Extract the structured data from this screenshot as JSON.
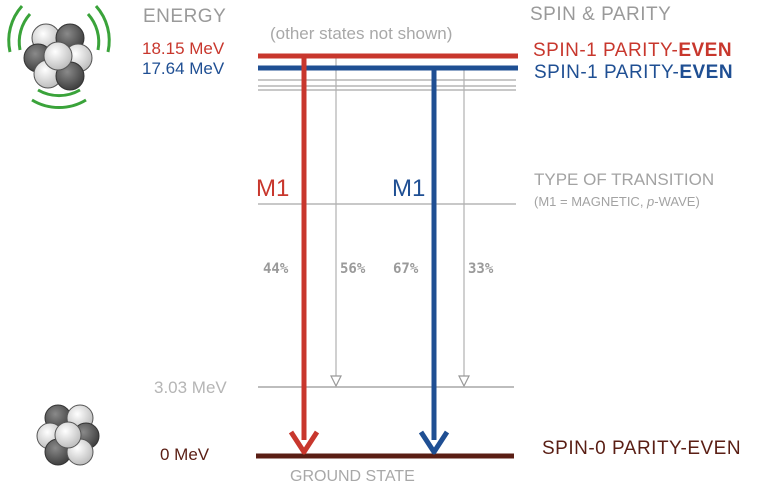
{
  "headers": {
    "energy": "ENERGY",
    "spin_parity": "SPIN & PARITY",
    "other_states": "(other states not shown)"
  },
  "levels": {
    "e1815": {
      "energy": "18.15 MeV",
      "spin": "SPIN-1 PARITY-",
      "parity_word": "EVEN",
      "color": "#c8372d"
    },
    "e1764": {
      "energy": "17.64 MeV",
      "spin": "SPIN-1 PARITY-",
      "parity_word": "EVEN",
      "color": "#1f4f93"
    },
    "e303": {
      "energy": "3.03 MeV"
    },
    "ground": {
      "energy": "0 MeV",
      "spin": "SPIN-0 PARITY-EVEN",
      "label": "GROUND STATE",
      "color": "#5a1e14"
    }
  },
  "transitions": {
    "red_type": "M1",
    "blue_type": "M1",
    "red_to_ground": "44%",
    "red_to_303": "56%",
    "blue_to_ground": "67%",
    "blue_to_303": "33%"
  },
  "transition_type": {
    "heading": "TYPE OF TRANSITION",
    "detail_prefix": "(M1 = MAGNETIC, ",
    "detail_italic": "p",
    "detail_suffix": "-WAVE)"
  },
  "icons": [
    "excited-nucleus-icon",
    "ground-nucleus-icon"
  ]
}
